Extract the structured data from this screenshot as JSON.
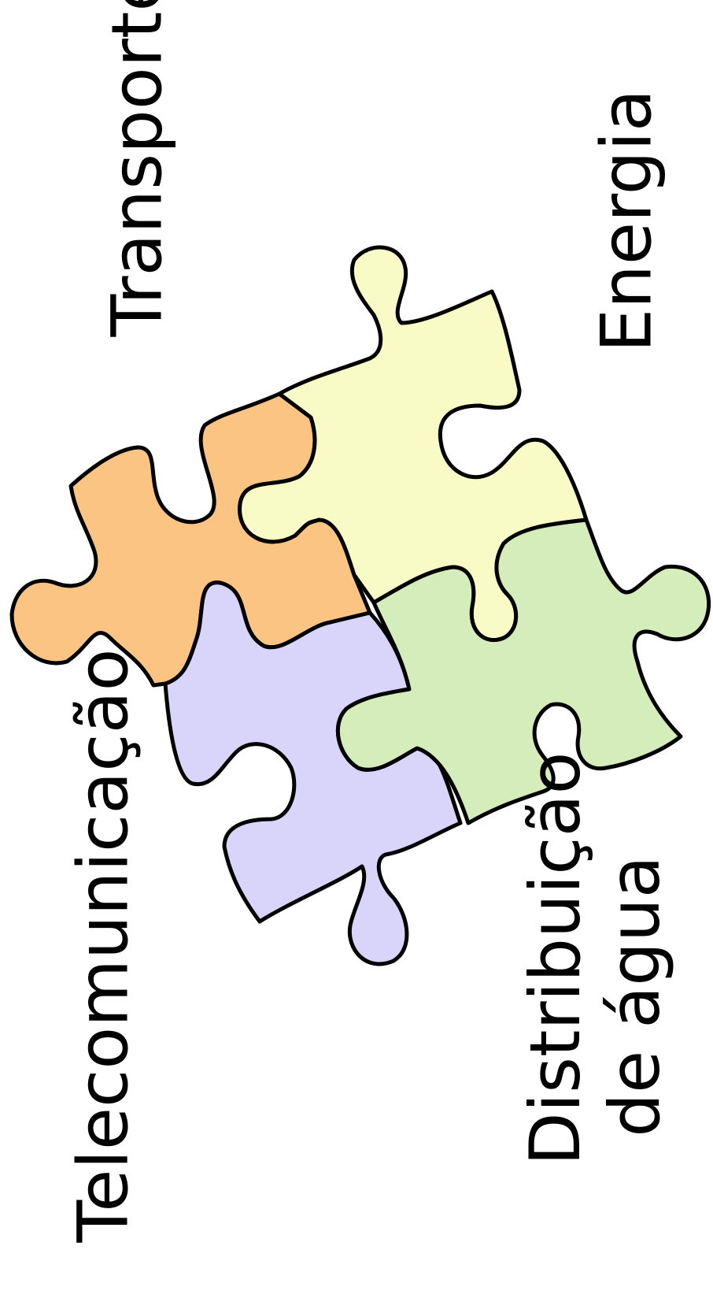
{
  "labels": {
    "transportes": "Transportes",
    "energia": "Energia",
    "telecomunicacao": "Telecomunicação",
    "distribuicao_line1": "Distribuição",
    "distribuicao_line2": "de água"
  },
  "colors": {
    "transportes_piece": "#fbc483",
    "energia_piece": "#f9fbc6",
    "telecomunicacao_piece": "#d8d4fa",
    "distribuicao_piece": "#d5ecbb",
    "outline": "#000000",
    "background": "#ffffff"
  }
}
